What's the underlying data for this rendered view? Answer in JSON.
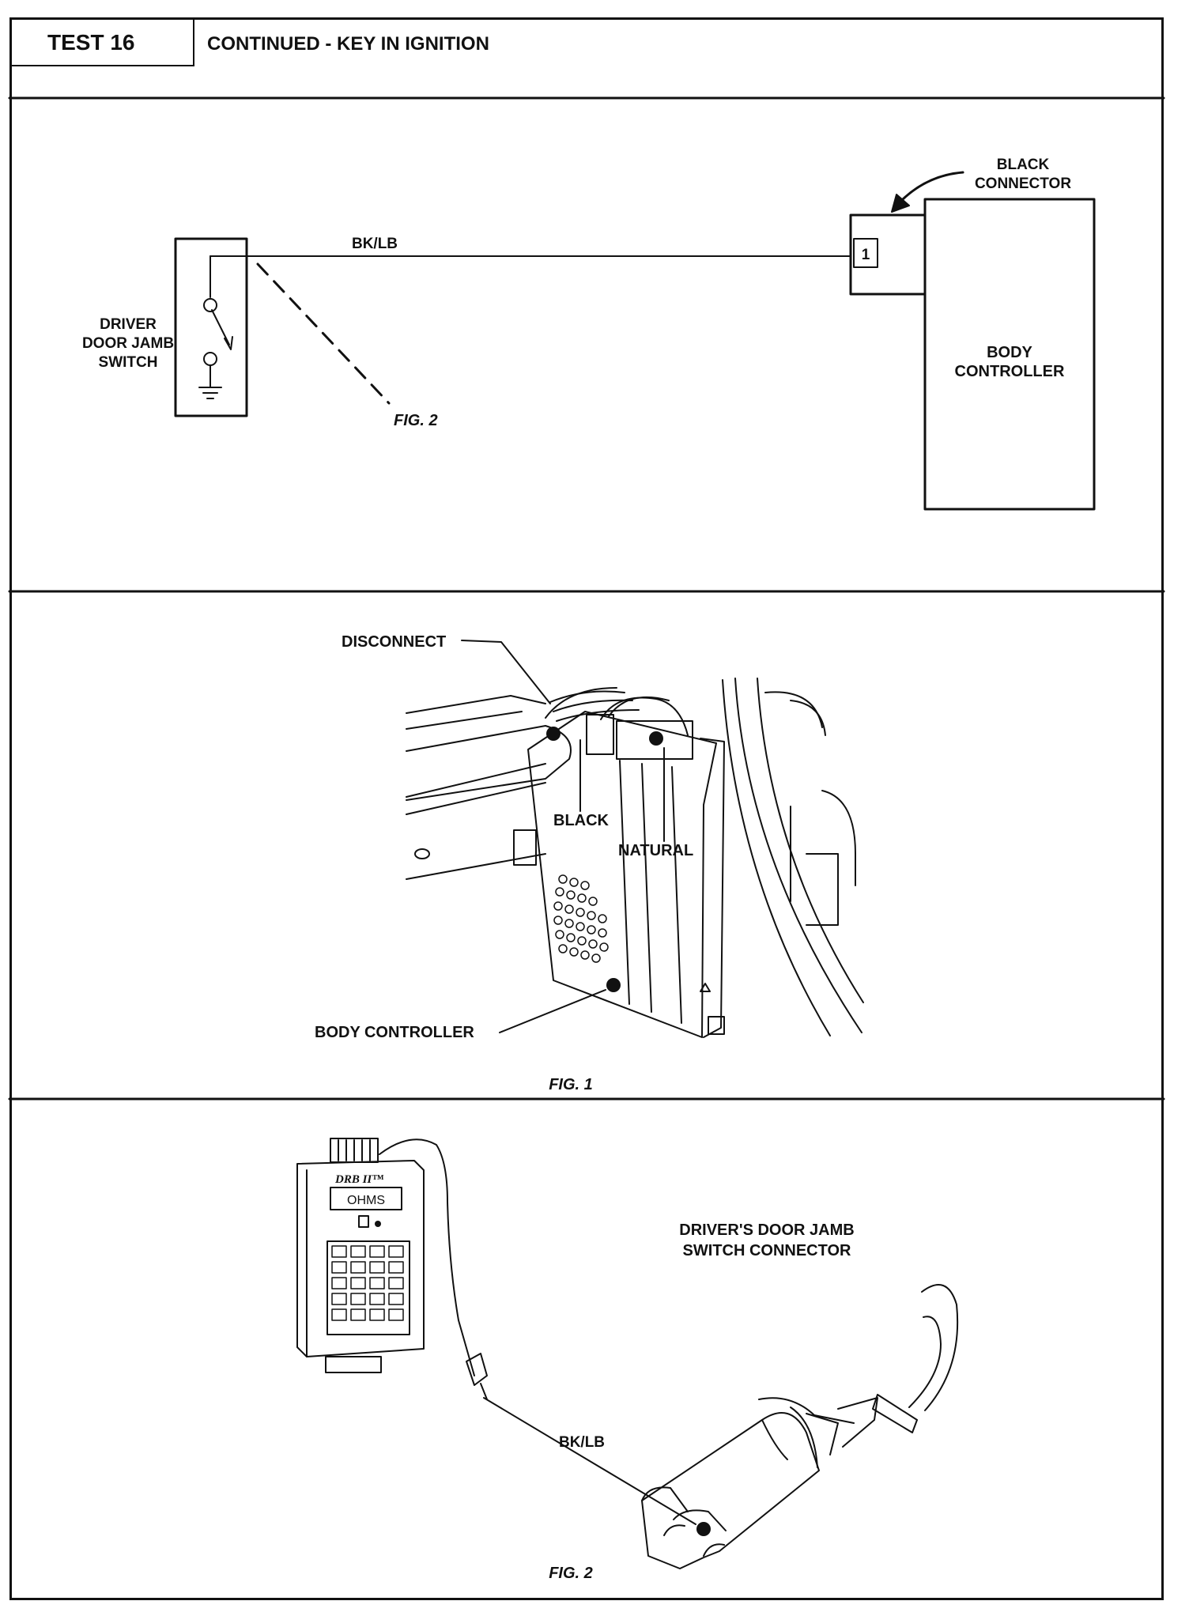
{
  "header": {
    "test_label": "TEST 16",
    "title": "CONTINUED - KEY IN IGNITION"
  },
  "schematic": {
    "switch_label_lines": [
      "DRIVER",
      "DOOR JAMB",
      "SWITCH"
    ],
    "wire_label": "BK/LB",
    "connector_label_lines": [
      "BLACK",
      "CONNECTOR"
    ],
    "pin_number": "1",
    "controller_label_lines": [
      "BODY",
      "CONTROLLER"
    ],
    "figure_ref": "FIG. 2"
  },
  "figure1": {
    "callouts": {
      "disconnect": "DISCONNECT",
      "black": "BLACK",
      "natural": "NATURAL",
      "body_controller": "BODY CONTROLLER"
    },
    "caption": "FIG. 1"
  },
  "figure2": {
    "tester": {
      "brand": "DRB II™",
      "display": "OHMS"
    },
    "connector_label_lines": [
      "DRIVER'S DOOR JAMB",
      "SWITCH CONNECTOR"
    ],
    "wire_label": "BK/LB",
    "caption": "FIG. 2"
  }
}
